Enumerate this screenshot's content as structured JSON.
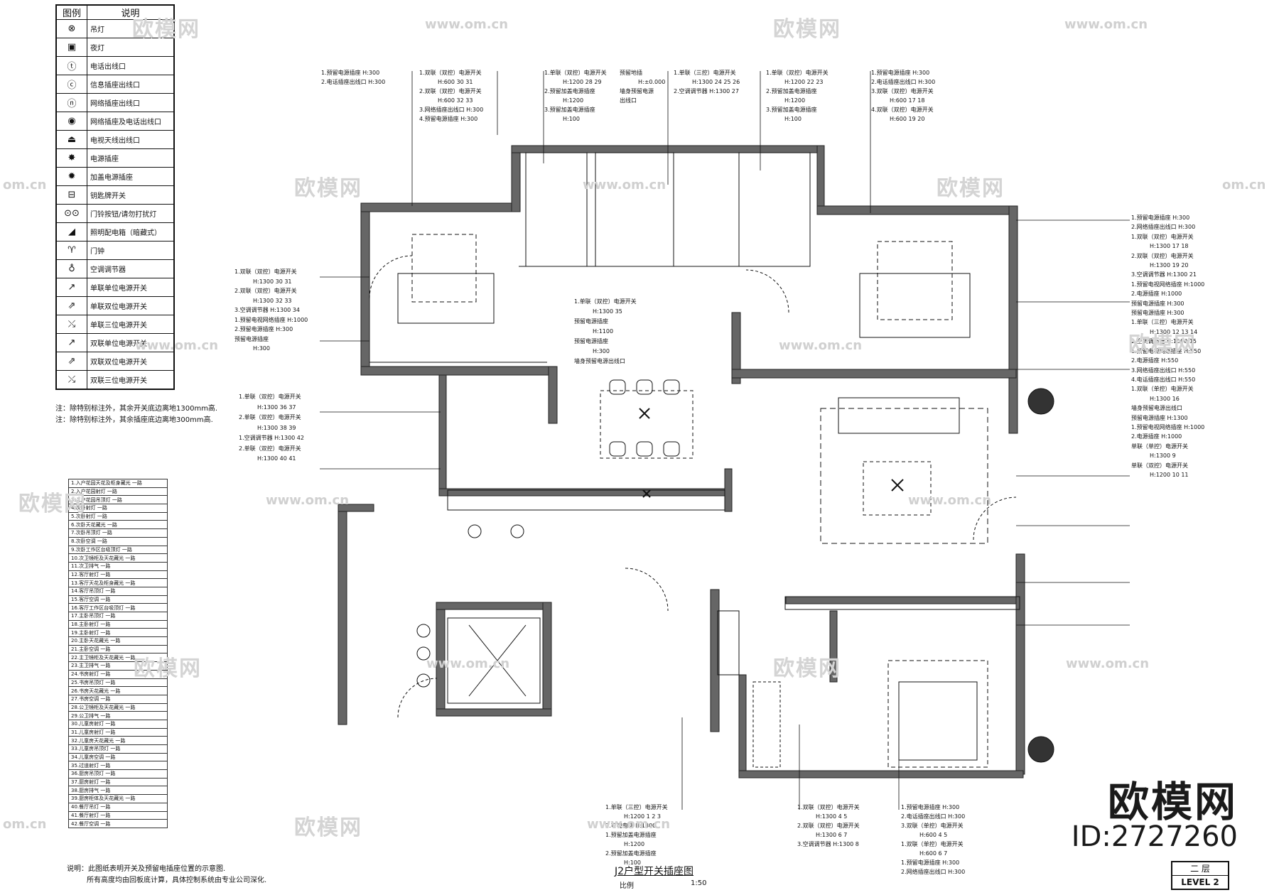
{
  "legend": {
    "headers": [
      "图例",
      "说明"
    ],
    "rows": [
      {
        "icon": "ceiling-lamp-icon",
        "glyph": "⊗",
        "text": "吊灯"
      },
      {
        "icon": "night-lamp-icon",
        "glyph": "▣",
        "text": "夜灯"
      },
      {
        "icon": "phone-outlet-icon",
        "glyph": "ⓣ",
        "text": "电话出线口"
      },
      {
        "icon": "info-socket-icon",
        "glyph": "ⓒ",
        "text": "信息插座出线口"
      },
      {
        "icon": "network-socket-icon",
        "glyph": "ⓝ",
        "text": "网络插座出线口"
      },
      {
        "icon": "network-phone-socket-icon",
        "glyph": "◉",
        "text": "网络插座及电话出线口"
      },
      {
        "icon": "tv-antenna-icon",
        "glyph": "⏏",
        "text": "电视天线出线口"
      },
      {
        "icon": "power-socket-icon",
        "glyph": "✸",
        "text": "电源插座"
      },
      {
        "icon": "protected-socket-icon",
        "glyph": "✹",
        "text": "加盖电源插座"
      },
      {
        "icon": "key-card-switch-icon",
        "glyph": "⊟",
        "text": "钥匙牌开关"
      },
      {
        "icon": "doorbell-button-icon",
        "glyph": "⊙⊙",
        "text": "门铃按钮/请勿打扰灯"
      },
      {
        "icon": "lighting-panel-icon",
        "glyph": "◢",
        "text": "照明配电箱（暗藏式）"
      },
      {
        "icon": "doorbell-icon",
        "glyph": "♈",
        "text": "门钟"
      },
      {
        "icon": "ac-regulator-icon",
        "glyph": "♁",
        "text": "空调调节器"
      },
      {
        "icon": "single-switch-1-icon",
        "glyph": "↗",
        "text": "单联单位电源开关"
      },
      {
        "icon": "single-switch-2-icon",
        "glyph": "⇗",
        "text": "单联双位电源开关"
      },
      {
        "icon": "single-switch-3-icon",
        "glyph": "⤯",
        "text": "单联三位电源开关"
      },
      {
        "icon": "double-switch-1-icon",
        "glyph": "↗",
        "text": "双联单位电源开关"
      },
      {
        "icon": "double-switch-2-icon",
        "glyph": "⇗",
        "text": "双联双位电源开关"
      },
      {
        "icon": "double-switch-3-icon",
        "glyph": "⤯",
        "text": "双联三位电源开关"
      }
    ]
  },
  "notes_top": [
    "注：除特别标注外，其余开关底边离地1300mm高.",
    "注：除特别标注外，其余插座底边离地300mm高."
  ],
  "circuits": [
    "1.入户花园天花及柜身藏光  一路",
    "2.入户花园射灯  一路",
    "3.入户花园吊顶灯  一路",
    "4.次卧射灯  一路",
    "5.次卧射灯  一路",
    "6.次卧天花藏光  一路",
    "7.次卧吊顶灯  一路",
    "8.次卧空调  一路",
    "9.次卧工作区台吸顶灯  一路",
    "10.次卫镜柜及天花藏光  一路",
    "11.次卫排气  一路",
    "12.客厅射灯  一路",
    "13.客厅天花及柜身藏光  一路",
    "14.客厅吊顶灯  一路",
    "15.客厅空调  一路",
    "16.客厅工作区台吸顶灯  一路",
    "17.主卧吊顶灯  一路",
    "18.主卧射灯  一路",
    "19.主卧射灯  一路",
    "20.主卧天花藏光  一路",
    "21.主卧空调  一路",
    "22.主卫镜柜及天花藏光  一路",
    "23.主卫排气  一路",
    "24.书房射灯  一路",
    "25.书房吊顶灯  一路",
    "26.书房天花藏光  一路",
    "27.书房空调  一路",
    "28.公卫镜柜及天花藏光  一路",
    "29.公卫排气  一路",
    "30.儿童房射灯  一路",
    "31.儿童房射灯  一路",
    "32.儿童房天花藏光  一路",
    "33.儿童房吊顶灯  一路",
    "34.儿童房空调  一路",
    "35.过道射灯  一路",
    "36.厨房吊顶灯  一路",
    "37.厨房射灯  一路",
    "38.厨房排气  一路",
    "39.厨房柜体及天花藏光  一路",
    "40.餐厅吊灯  一路",
    "41.餐厅射灯  一路",
    "42.餐厅空调  一路"
  ],
  "notes_bottom": [
    "说明：此图纸表明开关及预留电插座位置的示意图.",
    "所有高度均由回板底计算，具体控制系统由专业公司深化."
  ],
  "annotations": {
    "top_a": [
      "1.预留电源插座 H:300",
      "2.电话插座出线口 H:300"
    ],
    "top_b": [
      "1.双联（双控）电源开关",
      "H:600 30 31",
      "2.双联（双控）电源开关",
      "H:600 32 33",
      "3.网络插座出线口 H:300",
      "4.预留电源插座 H:300"
    ],
    "top_c": [
      "1.单联（双控）电源开关",
      "H:1200 28 29",
      "2.预留加盖电源插座",
      "H:1200",
      "3.预留加盖电源插座",
      "H:100"
    ],
    "top_d": [
      "预留地插",
      "H:±0.000",
      "墙身预留电源",
      "出线口"
    ],
    "top_e": [
      "1.单联（三控）电源开关",
      "H:1300 24 25 26",
      "2.空调调节器 H:1300 27"
    ],
    "top_f": [
      "1.单联（双控）电源开关",
      "H:1200 22 23",
      "2.预留加盖电源插座",
      "H:1200",
      "3.预留加盖电源插座",
      "H:100"
    ],
    "top_g": [
      "1.预留电源插座 H:300",
      "2.电话插座出线口 H:300",
      "3.双联（双控）电源开关",
      "H:600 17 18",
      "4.双联（双控）电源开关",
      "H:600 19 20"
    ],
    "left_a": [
      "1.双联（双控）电源开关",
      "H:1300 30 31",
      "2.双联（双控）电源开关",
      "H:1300 32 33",
      "3.空调调节器 H:1300 34",
      "1.预留电视网络插座 H:1000",
      "2.预留电源插座 H:300",
      "预留电源插座",
      "H:300"
    ],
    "left_b": [
      "1.单联（双控）电源开关",
      "H:1300 36 37",
      "2.单联（双控）电源开关",
      "H:1300 38 39",
      "1.空调调节器 H:1300 42",
      "2.单联（双控）电源开关",
      "H:1300 40 41"
    ],
    "mid": [
      "1.单联（双控）电源开关",
      "H:1300 35",
      "预留电源插座",
      "H:1100",
      "预留电源插座",
      "H:300",
      "墙身预留电源出线口"
    ],
    "right": [
      "1.预留电源插座 H:300",
      "2.网络插座出线口 H:300",
      "1.双联（双控）电源开关",
      "H:1300 17 18",
      "2.双联（双控）电源开关",
      "H:1300 19 20",
      "3.空调调节器 H:1300 21",
      "1.预留电视网络插座 H:1000",
      "2.电源插座 H:1000",
      "预留电源插座 H:300",
      "预留电源插座 H:300",
      "1.单联（三控）电源开关",
      "H:1300 12 13 14",
      "2.空调调节器 H:1300 15",
      "1.预留电视网络插座 H:550",
      "2.电源插座 H:550",
      "3.网络插座出线口 H:550",
      "4.电话插座出线口 H:550",
      "1.双联（单控）电源开关",
      "H:1300 16",
      "墙身预留电源出线口",
      "预留电源插座 H:1300",
      "1.预留电视网络插座 H:1000",
      "2.电源插座 H:1000",
      "单联（单控）电源开关",
      "H:1300 9",
      "单联（双控）电源开关",
      "H:1200 10 11"
    ],
    "bottom_a": [
      "1.单联（三控）电源开关",
      "H:1200 1 2 3",
      "2.可视电话 H:1300",
      "1.预留加盖电源插座",
      "H:1200",
      "2.预留加盖电源插座",
      "H:100"
    ],
    "bottom_b": [
      "1.双联（双控）电源开关",
      "H:1300 4 5",
      "2.双联（双控）电源开关",
      "H:1300 6 7",
      "3.空调调节器 H:1300 8"
    ],
    "bottom_c": [
      "1.预留电源插座 H:300",
      "2.电话插座出线口 H:300",
      "3.双联（单控）电源开关",
      "H:600 4 5",
      "1.双联（单控）电源开关",
      "H:600 6 7",
      "1.预留电源插座 H:300",
      "2.网络插座出线口 H:300"
    ]
  },
  "title": {
    "text": "J2户型开关插座图",
    "scale_label": "比例",
    "scale_value": "1:50"
  },
  "level": {
    "cn": "二 层",
    "en": "LEVEL 2"
  },
  "watermark": {
    "brand": "欧模网",
    "url": "www.om.cn",
    "short_url": "om.cn",
    "id": "ID:2727260"
  },
  "colors": {
    "wall": "#555555",
    "line": "#111111",
    "watermark": "#d4d4d4"
  }
}
